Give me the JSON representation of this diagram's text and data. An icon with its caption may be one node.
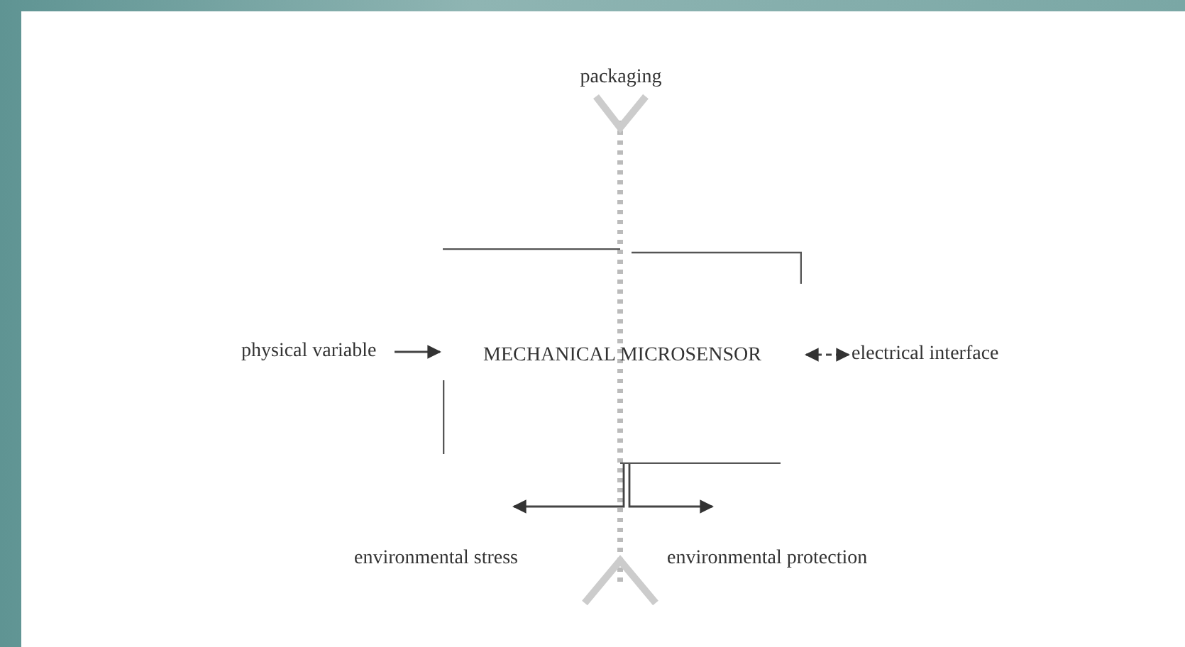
{
  "diagram": {
    "nodes": [
      {
        "text": [
          "packaging"
        ]
      },
      {
        "text": [
          "physical variable"
        ]
      },
      {
        "text": [
          "MECHANICAL MICROSENSOR"
        ]
      },
      {
        "text": [
          "electrical interface"
        ]
      },
      {
        "text": [
          "environmental stress"
        ]
      },
      {
        "text": [
          "environmental protection"
        ]
      }
    ],
    "edges": [
      {
        "from": 1,
        "to": 2,
        "arrow": "to"
      },
      {
        "from": 2,
        "to": 3,
        "arrow": "both",
        "style": "dashed"
      },
      {
        "from": 2,
        "to": 4,
        "arrow": "to"
      },
      {
        "from": 2,
        "to": 5,
        "arrow": "to"
      }
    ]
  }
}
